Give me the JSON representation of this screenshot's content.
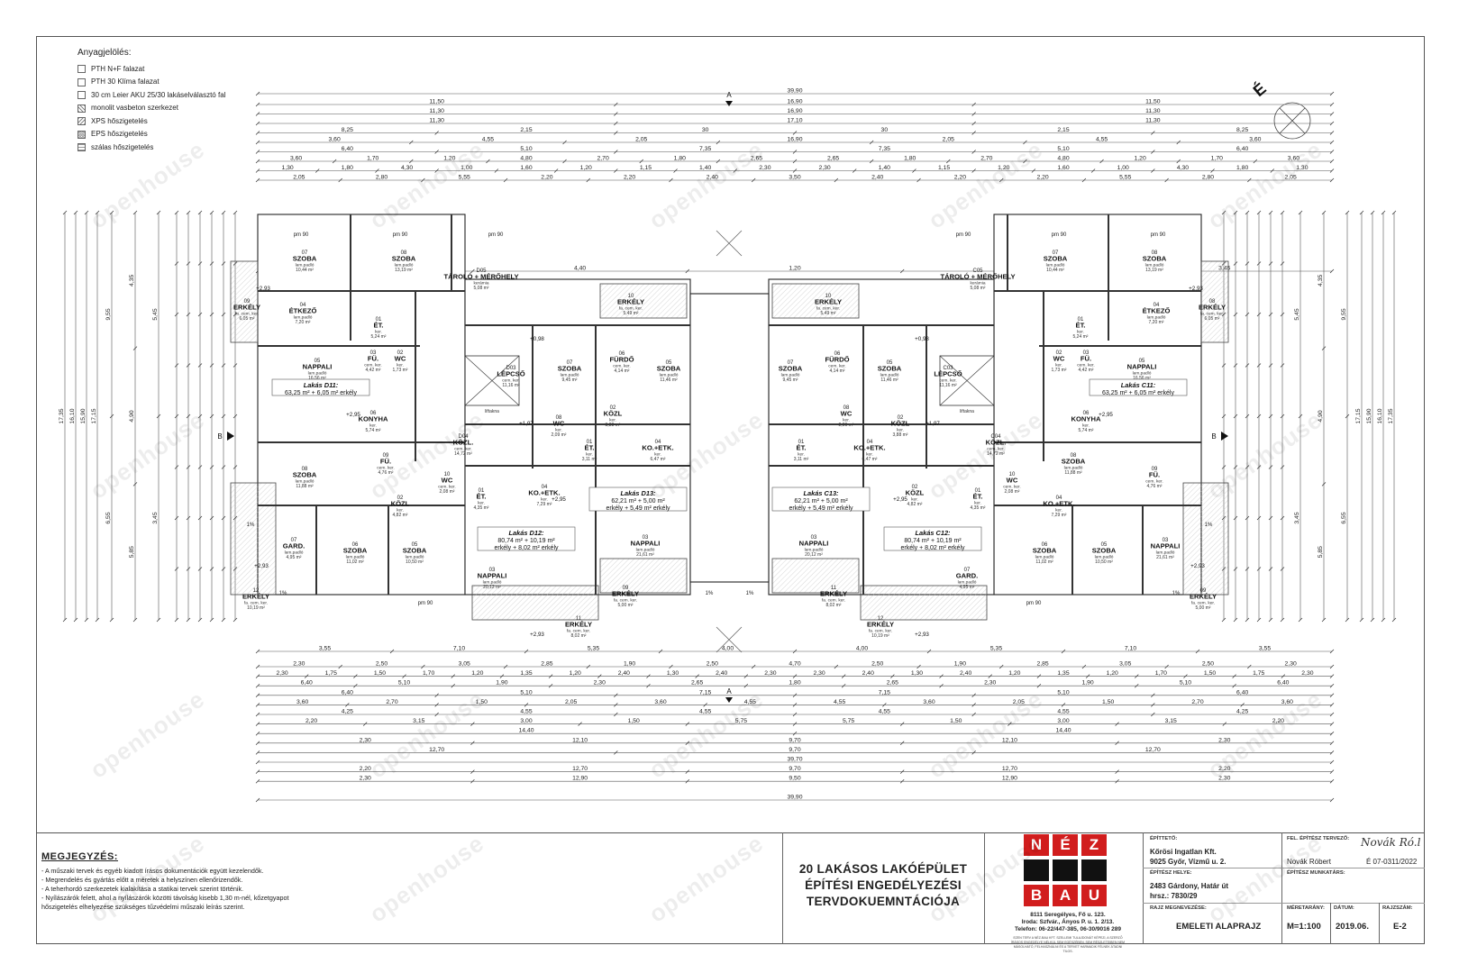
{
  "legend": {
    "title": "Anyagjelölés:",
    "items": [
      "PTH N+F falazat",
      "PTH 30 Klíma falazat",
      "30 cm Leier AKU 25/30 lakáselválasztó fal",
      "monolit vasbeton szerkezet",
      "XPS hőszigetelés",
      "EPS hőszigetelés",
      "szálas hőszigetelés"
    ]
  },
  "north_label": "É",
  "section_markers": {
    "a": "A",
    "b": "B"
  },
  "dims": {
    "top_total": "39,90",
    "top_row2": [
      "11,50",
      "16,90",
      "11,50"
    ],
    "top_row3": [
      "11,30",
      "16,90",
      "11,30"
    ],
    "top_row4": [
      "11,30",
      "17,10",
      "11,30"
    ],
    "top_row5": [
      "8,25",
      "2,15",
      "30",
      "30",
      "2,15",
      "8,25"
    ],
    "top_row6": [
      "3,60",
      "4,55",
      "2,05",
      "16,90",
      "2,05",
      "4,55",
      "3,60"
    ],
    "top_row7": [
      "6,40",
      "5,10",
      "7,35",
      "7,35",
      "5,10",
      "6,40"
    ],
    "top_row8": [
      "3,60",
      "1,70",
      "1,20",
      "4,80",
      "2,70",
      "1,80",
      "2,65",
      "2,65",
      "1,80",
      "2,70",
      "4,80",
      "1,20",
      "1,70",
      "3,60"
    ],
    "top_row9": [
      "1,30",
      "1,80",
      "4,30",
      "1,00",
      "1,60",
      "1,20",
      "1,15",
      "1,40",
      "2,30",
      "2,30",
      "1,40",
      "1,15",
      "1,20",
      "1,60",
      "1,00",
      "4,30",
      "1,80",
      "1,30"
    ],
    "top_row10": [
      "2,05",
      "2,80",
      "5,55",
      "2,20",
      "2,20",
      "2,40",
      "3,50",
      "2,40",
      "2,20",
      "2,20",
      "5,55",
      "2,80",
      "2,05"
    ],
    "mid_row": [
      "3,45",
      "4,40",
      "1,20",
      "4,40",
      "3,45"
    ],
    "bot_row1": [
      "3,55",
      "7,10",
      "5,35",
      "4,00",
      "4,00",
      "5,35",
      "7,10",
      "3,55"
    ],
    "bot_row2": [
      "2,30",
      "2,50",
      "3,05",
      "2,85",
      "1,90",
      "2,50",
      "4,70",
      "2,50",
      "1,90",
      "2,85",
      "3,05",
      "2,50",
      "2,30"
    ],
    "bot_row3": [
      "2,30",
      "1,75",
      "1,50",
      "1,70",
      "1,20",
      "1,35",
      "1,20",
      "2,40",
      "1,30",
      "2,40",
      "2,30",
      "2,30",
      "2,40",
      "1,30",
      "2,40",
      "1,20",
      "1,35",
      "1,20",
      "1,70",
      "1,50",
      "1,75",
      "2,30"
    ],
    "bot_row4": [
      "6,40",
      "5,10",
      "1,90",
      "2,30",
      "2,65",
      "1,80",
      "2,65",
      "2,30",
      "1,90",
      "5,10",
      "6,40"
    ],
    "bot_row5": [
      "6,40",
      "5,10",
      "7,15",
      "7,15",
      "5,10",
      "6,40"
    ],
    "bot_row6": [
      "3,60",
      "2,70",
      "1,50",
      "2,05",
      "3,60",
      "4,55",
      "4,55",
      "3,60",
      "2,05",
      "1,50",
      "2,70",
      "3,60"
    ],
    "bot_row7": [
      "4,25",
      "4,55",
      "4,55",
      "4,55",
      "4,55",
      "4,25"
    ],
    "bot_row8": [
      "2,20",
      "3,15",
      "3,00",
      "1,50",
      "5,75",
      "5,75",
      "1,50",
      "3,00",
      "3,15",
      "2,20"
    ],
    "bot_row9": [
      "14,40",
      "14,40"
    ],
    "bot_row10": [
      "2,30",
      "12,10",
      "9,70",
      "12,10",
      "2,30"
    ],
    "bot_row11": [
      "12,70",
      "9,70",
      "12,70"
    ],
    "bot_row12": [
      "39,70"
    ],
    "bot_row13": [
      "2,20",
      "12,70",
      "9,70",
      "12,70",
      "2,20"
    ],
    "bot_row14": [
      "2,30",
      "12,90",
      "9,50",
      "12,90",
      "2,30"
    ],
    "bot_total": "39,90",
    "left_outer": [
      "17,35",
      "16,10",
      "15,90",
      "17,15"
    ],
    "left_mid": [
      "9,55",
      "6,55",
      "4,35",
      "4,90",
      "5,85",
      "5,45",
      "3,45"
    ],
    "right_outer": [
      "17,35",
      "16,10",
      "15,90",
      "17,15"
    ],
    "right_mid": [
      "9,55",
      "6,55",
      "4,35",
      "4,90",
      "5,85",
      "5,45",
      "3,45"
    ]
  },
  "rooms_left": [
    {
      "num": "07",
      "name": "SZOBA",
      "sub": "lam.padló",
      "area": "10,44 m²"
    },
    {
      "num": "08",
      "name": "SZOBA",
      "sub": "lam.padló",
      "area": "13,19 m²"
    },
    {
      "num": "D05",
      "name": "TÁROLÓ + MÉRŐHELY",
      "sub": "kerámia",
      "area": "5,08 m²"
    },
    {
      "num": "09",
      "name": "ERKÉLY",
      "sub": "fa. cem. ker.",
      "area": "6,05 m²"
    },
    {
      "num": "04",
      "name": "ÉTKEZŐ",
      "sub": "lam.padló",
      "area": "7,20 m²"
    },
    {
      "num": "01",
      "name": "ÉT.",
      "sub": "ker.",
      "area": "5,24 m²"
    },
    {
      "num": "03",
      "name": "FÜ.",
      "sub": "cem. ker.",
      "area": "4,42 m²"
    },
    {
      "num": "02",
      "name": "WC",
      "sub": "ker.",
      "area": "1,73 m²"
    },
    {
      "num": "05",
      "name": "NAPPALI",
      "sub": "lam.padló",
      "area": "16,56 m²"
    },
    {
      "num": "06",
      "name": "KONYHA",
      "sub": "ker.",
      "area": "5,74 m²"
    },
    {
      "num": "D03",
      "name": "LÉPCSŐ",
      "sub": "cem. ker.",
      "area": "11,16 m²"
    },
    {
      "num": "D04",
      "name": "KÖZL.",
      "sub": "cem. ker.",
      "area": "14,72 m²"
    },
    {
      "num": "10",
      "name": "ERKÉLY",
      "sub": "fa. cem. ker.",
      "area": "5,49 m²"
    },
    {
      "num": "07",
      "name": "SZOBA",
      "sub": "lam.padló",
      "area": "9,45 m²"
    },
    {
      "num": "06",
      "name": "FÜRDŐ",
      "sub": "cem. ker.",
      "area": "4,14 m²"
    },
    {
      "num": "05",
      "name": "SZOBA",
      "sub": "lam.padló",
      "area": "11,46 m²"
    },
    {
      "num": "08",
      "name": "WC",
      "sub": "ker.",
      "area": "2,09 m²"
    },
    {
      "num": "02",
      "name": "KÖZL",
      "sub": "ker.",
      "area": "3,88 m²"
    },
    {
      "num": "01",
      "name": "ÉT.",
      "sub": "ker.",
      "area": "3,11 m²"
    },
    {
      "num": "04",
      "name": "KO.+ETK.",
      "sub": "ker.",
      "area": "6,47 m²"
    },
    {
      "num": "08",
      "name": "SZOBA",
      "sub": "lam.padló",
      "area": "11,88 m²"
    },
    {
      "num": "09",
      "name": "FÜ.",
      "sub": "cem. ker.",
      "area": "4,76 m²"
    },
    {
      "num": "10",
      "name": "WC",
      "sub": "cem. ker.",
      "area": "2,08 m²"
    },
    {
      "num": "02",
      "name": "KÖZL",
      "sub": "ker.",
      "area": "4,82 m²"
    },
    {
      "num": "01",
      "name": "ÉT.",
      "sub": "ker.",
      "area": "4,35 m²"
    },
    {
      "num": "04",
      "name": "KO.+ETK.",
      "sub": "ker.",
      "area": "7,29 m²"
    },
    {
      "num": "07",
      "name": "GARD.",
      "sub": "lam.padló",
      "area": "4,95 m²"
    },
    {
      "num": "06",
      "name": "SZOBA",
      "sub": "lam.padló",
      "area": "11,02 m²"
    },
    {
      "num": "05",
      "name": "SZOBA",
      "sub": "lam.padló",
      "area": "10,50 m²"
    },
    {
      "num": "03",
      "name": "NAPPALI",
      "sub": "lam.padló",
      "area": "20,12 m²"
    },
    {
      "num": "03",
      "name": "NAPPALI",
      "sub": "lam.padló",
      "area": "21,61 m²"
    },
    {
      "num": "12",
      "name": "ERKÉLY",
      "sub": "fa. cem. ker.",
      "area": "10,19 m²"
    },
    {
      "num": "09",
      "name": "ERKÉLY",
      "sub": "fa. cem. ker.",
      "area": "5,00 m²"
    },
    {
      "num": "11",
      "name": "ERKÉLY",
      "sub": "fa. cem. ker.",
      "area": "8,02 m²"
    }
  ],
  "rooms_right": [
    {
      "num": "08",
      "name": "SZOBA",
      "sub": "lam.padló",
      "area": "13,19 m²"
    },
    {
      "num": "07",
      "name": "SZOBA",
      "sub": "lam.padló",
      "area": "10,44 m²"
    },
    {
      "num": "C05",
      "name": "TÁROLÓ + MÉRŐHELY",
      "sub": "kerámia",
      "area": "5,08 m²"
    },
    {
      "num": "08",
      "name": "ERKÉLY",
      "sub": "fa. cem. ker.",
      "area": "6,05 m²"
    },
    {
      "num": "04",
      "name": "ÉTKEZŐ",
      "sub": "lam.padló",
      "area": "7,20 m²"
    },
    {
      "num": "01",
      "name": "ÉT.",
      "sub": "ker.",
      "area": "5,24 m²"
    },
    {
      "num": "03",
      "name": "FÜ.",
      "sub": "cem. ker.",
      "area": "4,42 m²"
    },
    {
      "num": "02",
      "name": "WC",
      "sub": "ker.",
      "area": "1,73 m²"
    },
    {
      "num": "05",
      "name": "NAPPALI",
      "sub": "lam.padló",
      "area": "16,56 m²"
    },
    {
      "num": "06",
      "name": "KONYHA",
      "sub": "ker.",
      "area": "5,74 m²"
    },
    {
      "num": "C03",
      "name": "LÉPCSŐ",
      "sub": "cem. ker.",
      "area": "11,16 m²"
    },
    {
      "num": "C04",
      "name": "KÖZL.",
      "sub": "cem. ker.",
      "area": "14,72 m²"
    },
    {
      "num": "10",
      "name": "ERKÉLY",
      "sub": "fa. cem. ker.",
      "area": "5,49 m²"
    },
    {
      "num": "05",
      "name": "SZOBA",
      "sub": "lam.padló",
      "area": "11,46 m²"
    },
    {
      "num": "06",
      "name": "FÜRDŐ",
      "sub": "cem. ker.",
      "area": "4,14 m²"
    },
    {
      "num": "07",
      "name": "SZOBA",
      "sub": "lam.padló",
      "area": "9,45 m²"
    },
    {
      "num": "02",
      "name": "KÖZL",
      "sub": "ker.",
      "area": "3,88 m²"
    },
    {
      "num": "08",
      "name": "WC",
      "sub": "ker.",
      "area": "2,09 m²"
    },
    {
      "num": "04",
      "name": "KO.+ETK.",
      "sub": "ker.",
      "area": "6,47 m²"
    },
    {
      "num": "01",
      "name": "ÉT.",
      "sub": "ker.",
      "area": "3,11 m²"
    },
    {
      "num": "09",
      "name": "FÜ.",
      "sub": "cem. ker.",
      "area": "4,76 m²"
    },
    {
      "num": "08",
      "name": "SZOBA",
      "sub": "lam.padló",
      "area": "11,88 m²"
    },
    {
      "num": "10",
      "name": "WC",
      "sub": "cem. ker.",
      "area": "2,08 m²"
    },
    {
      "num": "04",
      "name": "KO.+ETK.",
      "sub": "ker.",
      "area": "7,29 m²"
    },
    {
      "num": "01",
      "name": "ÉT.",
      "sub": "ker.",
      "area": "4,35 m²"
    },
    {
      "num": "02",
      "name": "KÖZL",
      "sub": "ker.",
      "area": "4,82 m²"
    },
    {
      "num": "03",
      "name": "NAPPALI",
      "sub": "lam.padló",
      "area": "21,61 m²"
    },
    {
      "num": "05",
      "name": "SZOBA",
      "sub": "lam.padló",
      "area": "10,50 m²"
    },
    {
      "num": "06",
      "name": "SZOBA",
      "sub": "lam.padló",
      "area": "11,02 m²"
    },
    {
      "num": "07",
      "name": "GARD.",
      "sub": "lam.padló",
      "area": "4,95 m²"
    },
    {
      "num": "03",
      "name": "NAPPALI",
      "sub": "lam.padló",
      "area": "20,12 m²"
    },
    {
      "num": "09",
      "name": "ERKÉLY",
      "sub": "fa. cem. ker.",
      "area": "5,00 m²"
    },
    {
      "num": "11",
      "name": "ERKÉLY",
      "sub": "fa. cem. ker.",
      "area": "8,02 m²"
    },
    {
      "num": "12",
      "name": "ERKÉLY",
      "sub": "fa. cem. ker.",
      "area": "10,19 m²"
    }
  ],
  "apartments": [
    {
      "name": "Lakás D11:",
      "area": "63,25 m² + 6,05 m² erkély"
    },
    {
      "name": "Lakás D12:",
      "area": "80,74 m² + 10,19 m²",
      "area2": "erkély + 8,02 m² erkély"
    },
    {
      "name": "Lakás D13:",
      "area": "62,21 m² + 5,00 m²",
      "area2": "erkély + 5,49 m² erkély"
    },
    {
      "name": "Lakás C13:",
      "area": "62,21 m² + 5,00 m²",
      "area2": "erkély + 5,49 m² erkély"
    },
    {
      "name": "Lakás C12:",
      "area": "80,74 m² + 10,19 m²",
      "area2": "erkély + 8,02 m² erkély"
    },
    {
      "name": "Lakás C11:",
      "area": "63,25 m² + 6,05 m² erkély"
    }
  ],
  "misc_labels": {
    "lift": "liftakna",
    "pm": "pm 90",
    "level_a": "+2,95",
    "level_b": "+1,97",
    "level_c": "+2,93",
    "level_d": "+0,98",
    "slope": "1%"
  },
  "notes": {
    "title": "MEGJEGYZÉS:",
    "items": [
      "- A műszaki tervek és egyéb kiadott írásos dokumentációk együtt kezelendők.",
      "- Megrendelés és gyártás előtt a méretek a helyszínen ellenőrizendők.",
      "- A teherhordó szerkezetek kialakítása a statikai tervek szerint történik.",
      "- Nyílászárók felett, ahol a nyílászárók közötti távolság kisebb 1,30 m-nél, kőzetgyapot hőszigetelés elhelyezése szükséges tűzvédelmi műszaki leírás szerint."
    ]
  },
  "project": {
    "line1": "20 LAKÁSOS LAKÓÉPÜLET",
    "line2": "ÉPÍTÉSI ENGEDÉLYEZÉSI",
    "line3": "TERVDOKUEMNTÁCIÓJA"
  },
  "logo": {
    "letters": [
      "N",
      "É",
      "Z",
      "",
      "",
      "",
      "",
      "B",
      "A",
      "U"
    ],
    "address1": "8111 Seregélyes, Fő u. 123.",
    "address2": "Iroda: Szfvár., Ányos P. u. 1. 2/13.",
    "phone": "Telefon: 06-22/447-385, 06-30/9016 289",
    "fine": "EZEN TERV A NÉZ-BAU KFT. SZELLEMI TULAJDONÁT KÉPEZI, A SZERZŐ ÍRÁSOS ENGEDÉLYE NÉLKÜL SEM EGÉSZÉBEN, SEM RÉSZLETEIBEN NEM MÁSOLHATÓ, FELHASZNÁLNI ÉS A TERVET HARMADIK FÉLNEK ÁTADNI TILOS."
  },
  "title_block": {
    "builder_lbl": "ÉPÍTTETŐ:",
    "builder1": "Kőrösi Ingatlan Kft.",
    "builder2": "9025 Győr, Vízmű u. 2.",
    "site_lbl": "ÉPÍTÉSZ HELYE:",
    "site1": "2483 Gárdony, Határ út",
    "site2": "hrsz.: 7830/29",
    "drawing_lbl": "RAJZ MEGNEVEZÉSE:",
    "drawing": "EMELETI ALAPRAJZ",
    "architect_lbl": "FEL. ÉPÍTÉSZ TERVEZŐ:",
    "architect": "Novák Róbert",
    "license": "É 07-0311/2022",
    "staff_lbl": "ÉPÍTÉSZ MUNKATÁRS:",
    "scale_lbl": "MÉRETARÁNY:",
    "scale": "M=1:100",
    "date_lbl": "DÁTUM:",
    "date": "2019.06.",
    "sheet_lbl": "RAJZSZÁM:",
    "sheet": "E-2",
    "signature": "Novák Ró.l"
  },
  "watermark": "openhouse"
}
